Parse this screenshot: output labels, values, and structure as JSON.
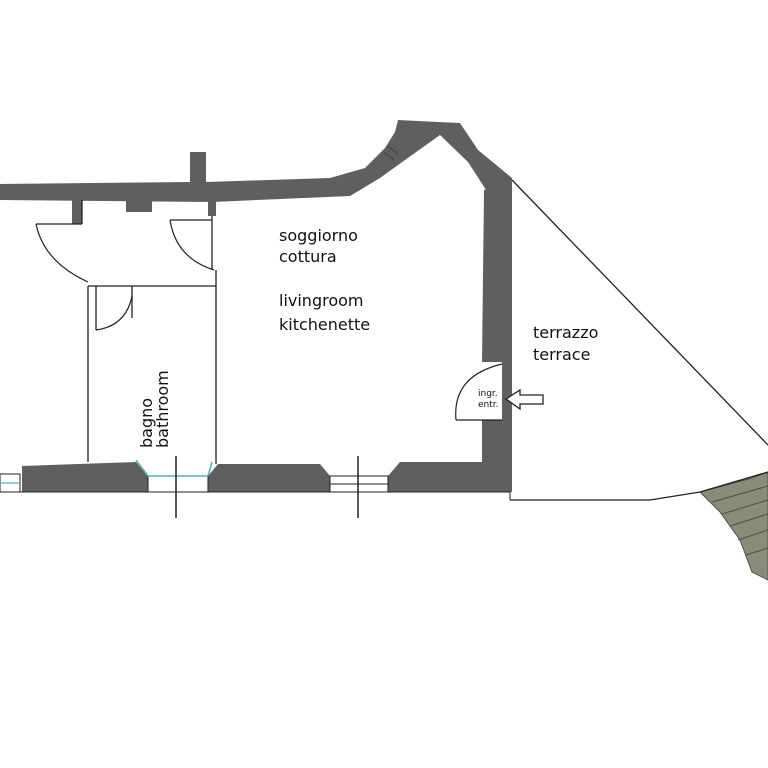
{
  "colors": {
    "wall": "#5f5f5f",
    "wall_edge": "#3f3f3f",
    "stairs": "#8a8c7a",
    "stairs_edge": "#4d4f42",
    "window_glass": "#5aaeb0",
    "line": "#222222",
    "background": "#ffffff"
  },
  "rooms": {
    "living": {
      "line1": "soggiorno",
      "line2": "cottura",
      "line3": "livingroom",
      "line4": "kitchenette"
    },
    "terrace": {
      "line1": "terrazzo",
      "line2": "terrace"
    },
    "bathroom": {
      "line1": "bagno",
      "line2": "bathroom"
    }
  },
  "entrance": {
    "line1": "ingr.",
    "line2": "entr.",
    "arrow_icon": "arrow-left-icon"
  }
}
